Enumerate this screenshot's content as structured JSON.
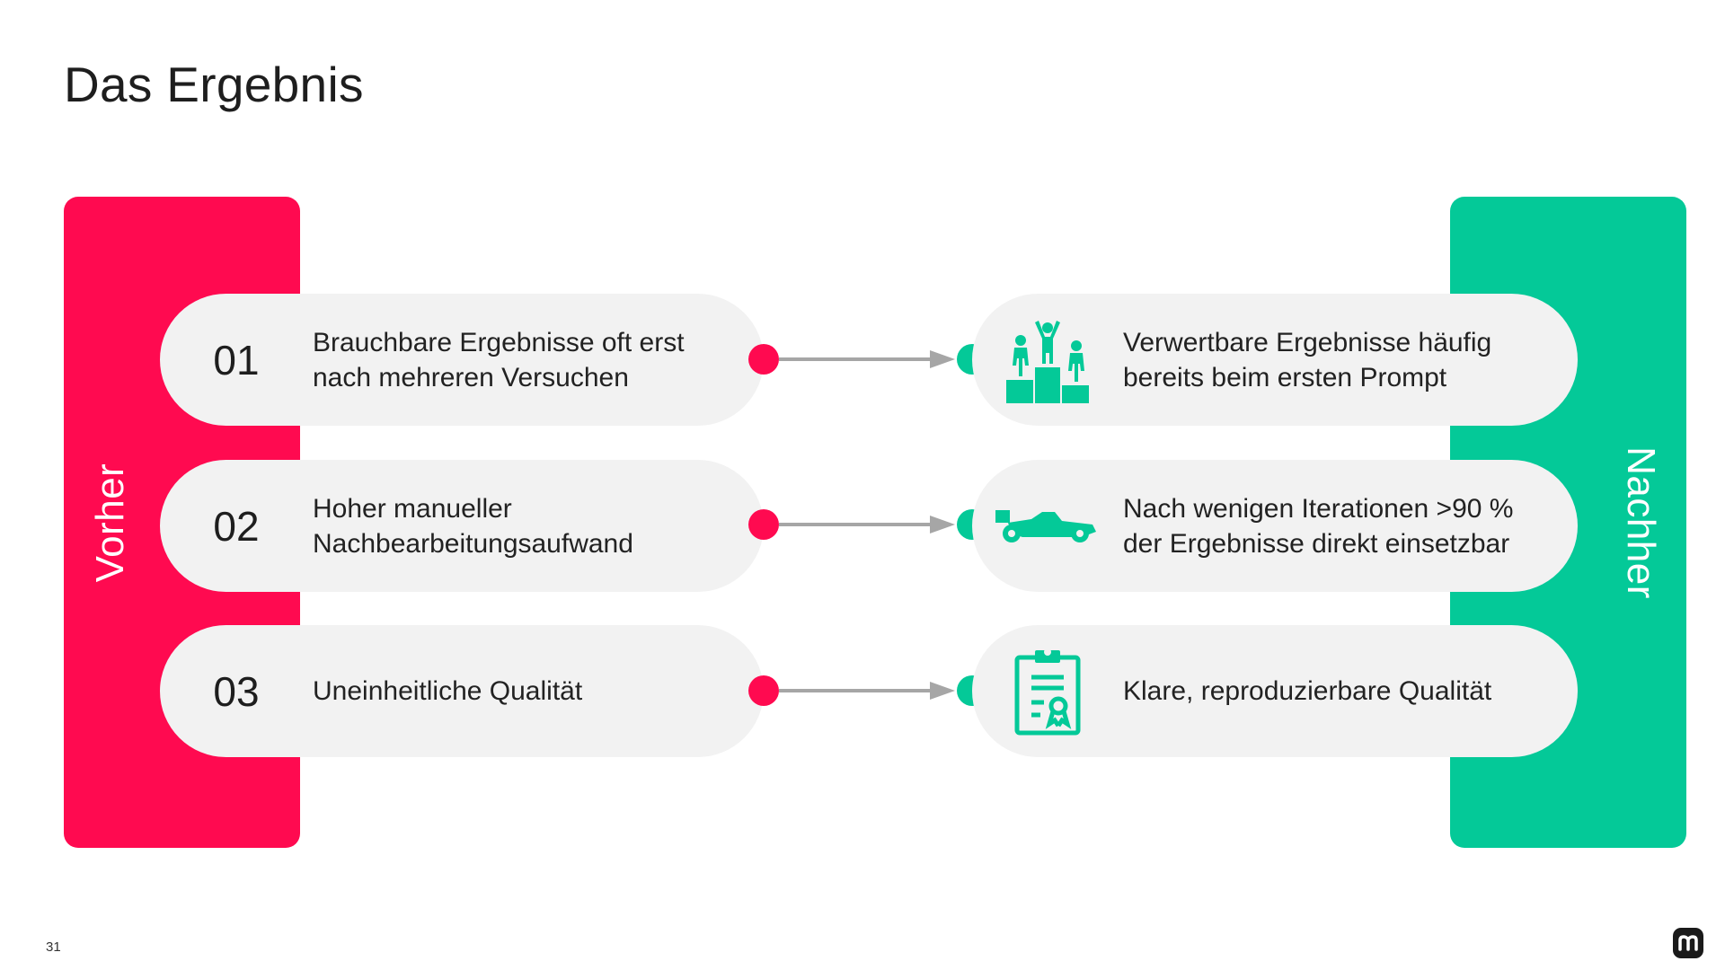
{
  "page": {
    "title": "Das Ergebnis",
    "page_number": "31"
  },
  "colors": {
    "before": "#ff0a50",
    "after": "#04c998",
    "pill": "#f2f2f2",
    "arrow": "#a6a6a6"
  },
  "before": {
    "label": "Vorher",
    "items": [
      {
        "number": "01",
        "line1": "Brauchbare Ergebnisse oft erst",
        "line2": "nach mehreren Versuchen"
      },
      {
        "number": "02",
        "line1": "Hoher manueller",
        "line2": "Nachbearbeitungsaufwand"
      },
      {
        "number": "03",
        "line1": "Uneinheitliche Qualität",
        "line2": ""
      }
    ]
  },
  "after": {
    "label": "Nachher",
    "items": [
      {
        "icon": "podium-icon",
        "line1": "Verwertbare Ergebnisse häufig",
        "line2": "bereits beim ersten Prompt"
      },
      {
        "icon": "race-car-icon",
        "line1": "Nach wenigen Iterationen >90 %",
        "line2": "der Ergebnisse direkt einsetzbar"
      },
      {
        "icon": "certificate-clipboard-icon",
        "line1": "Klare, reproduzierbare Qualität",
        "line2": ""
      }
    ]
  },
  "brand": {
    "logo_icon": "m-logo-icon"
  }
}
